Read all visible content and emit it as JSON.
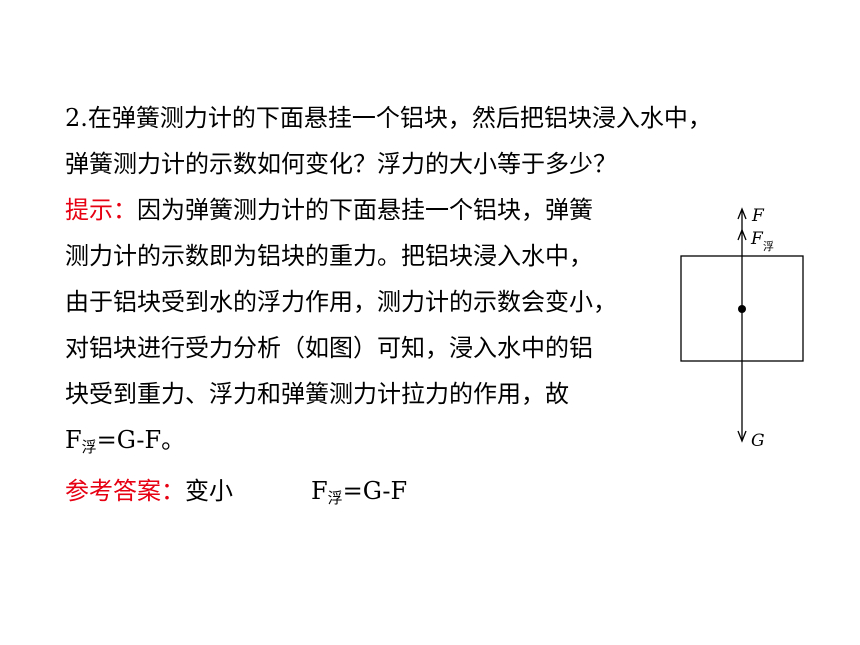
{
  "question": {
    "line1": "2.在弹簧测力计的下面悬挂一个铝块，然后把铝块浸入水中，",
    "line2": "弹簧测力计的示数如何变化？浮力的大小等于多少？"
  },
  "hint": {
    "label": "提示：",
    "line1": "因为弹簧测力计的下面悬挂一个铝块，弹簧",
    "line2": "测力计的示数即为铝块的重力。把铝块浸入水中，",
    "line3": "由于铝块受到水的浮力作用，测力计的示数会变小，",
    "line4": "对铝块进行受力分析（如图）可知，浸入水中的铝",
    "line5": "块受到重力、浮力和弹簧测力计拉力的作用，故",
    "formula_f": "F",
    "formula_sub": "浮",
    "formula_rest": "=G-F。"
  },
  "answer": {
    "label": "参考答案：",
    "value1": "变小",
    "formula_f": "F",
    "formula_sub": "浮",
    "formula_rest": "=G-F"
  },
  "diagram": {
    "label_pull": "F",
    "label_buoyancy": "F",
    "label_buoyancy_sub": "浮",
    "label_gravity": "G"
  }
}
